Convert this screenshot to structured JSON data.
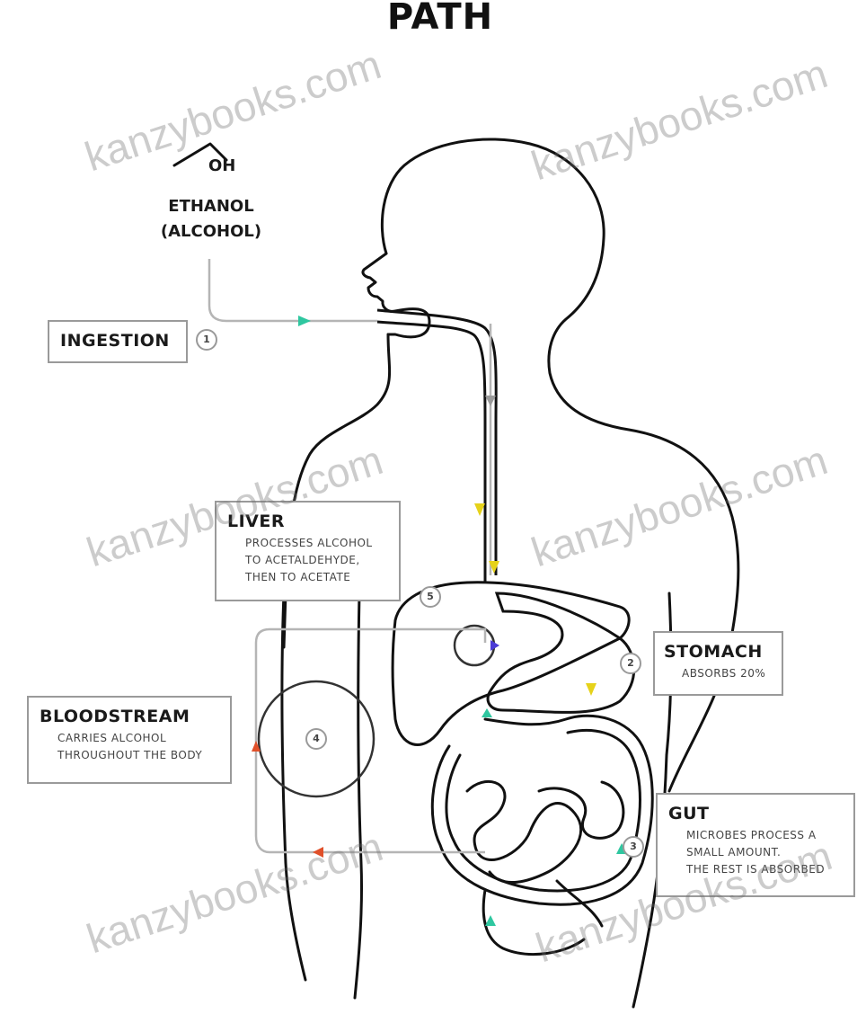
{
  "title": "PATH",
  "ethanol": {
    "formula": "OH",
    "line1": "ETHANOL",
    "line2": "(ALCOHOL)"
  },
  "steps": {
    "ingestion": {
      "label": "INGESTION",
      "number": "1"
    },
    "stomach": {
      "label": "STOMACH",
      "desc": "ABSORBS 20%",
      "number": "2"
    },
    "gut": {
      "label": "GUT",
      "desc1": "MICROBES PROCESS A",
      "desc2": "SMALL AMOUNT.",
      "desc3": "THE REST IS ABSORBED",
      "number": "3"
    },
    "bloodstream": {
      "label": "BLOODSTREAM",
      "desc1": "CARRIES ALCOHOL",
      "desc2": "THROUGHOUT THE BODY",
      "number": "4"
    },
    "liver": {
      "label": "LIVER",
      "desc1": "PROCESSES ALCOHOL",
      "desc2": "TO ACETALDEHYDE,",
      "desc3": "THEN TO ACETATE",
      "number": "5"
    }
  },
  "watermark": "kanzybooks.com",
  "colors": {
    "ingestion_arrow": "#2fc7a0",
    "stomach_arrow": "#e6d21a",
    "liver_arrow": "#4b3bd6",
    "blood_arrow": "#e0502a",
    "outline": "#111111",
    "path_line": "#b5b5b5"
  }
}
